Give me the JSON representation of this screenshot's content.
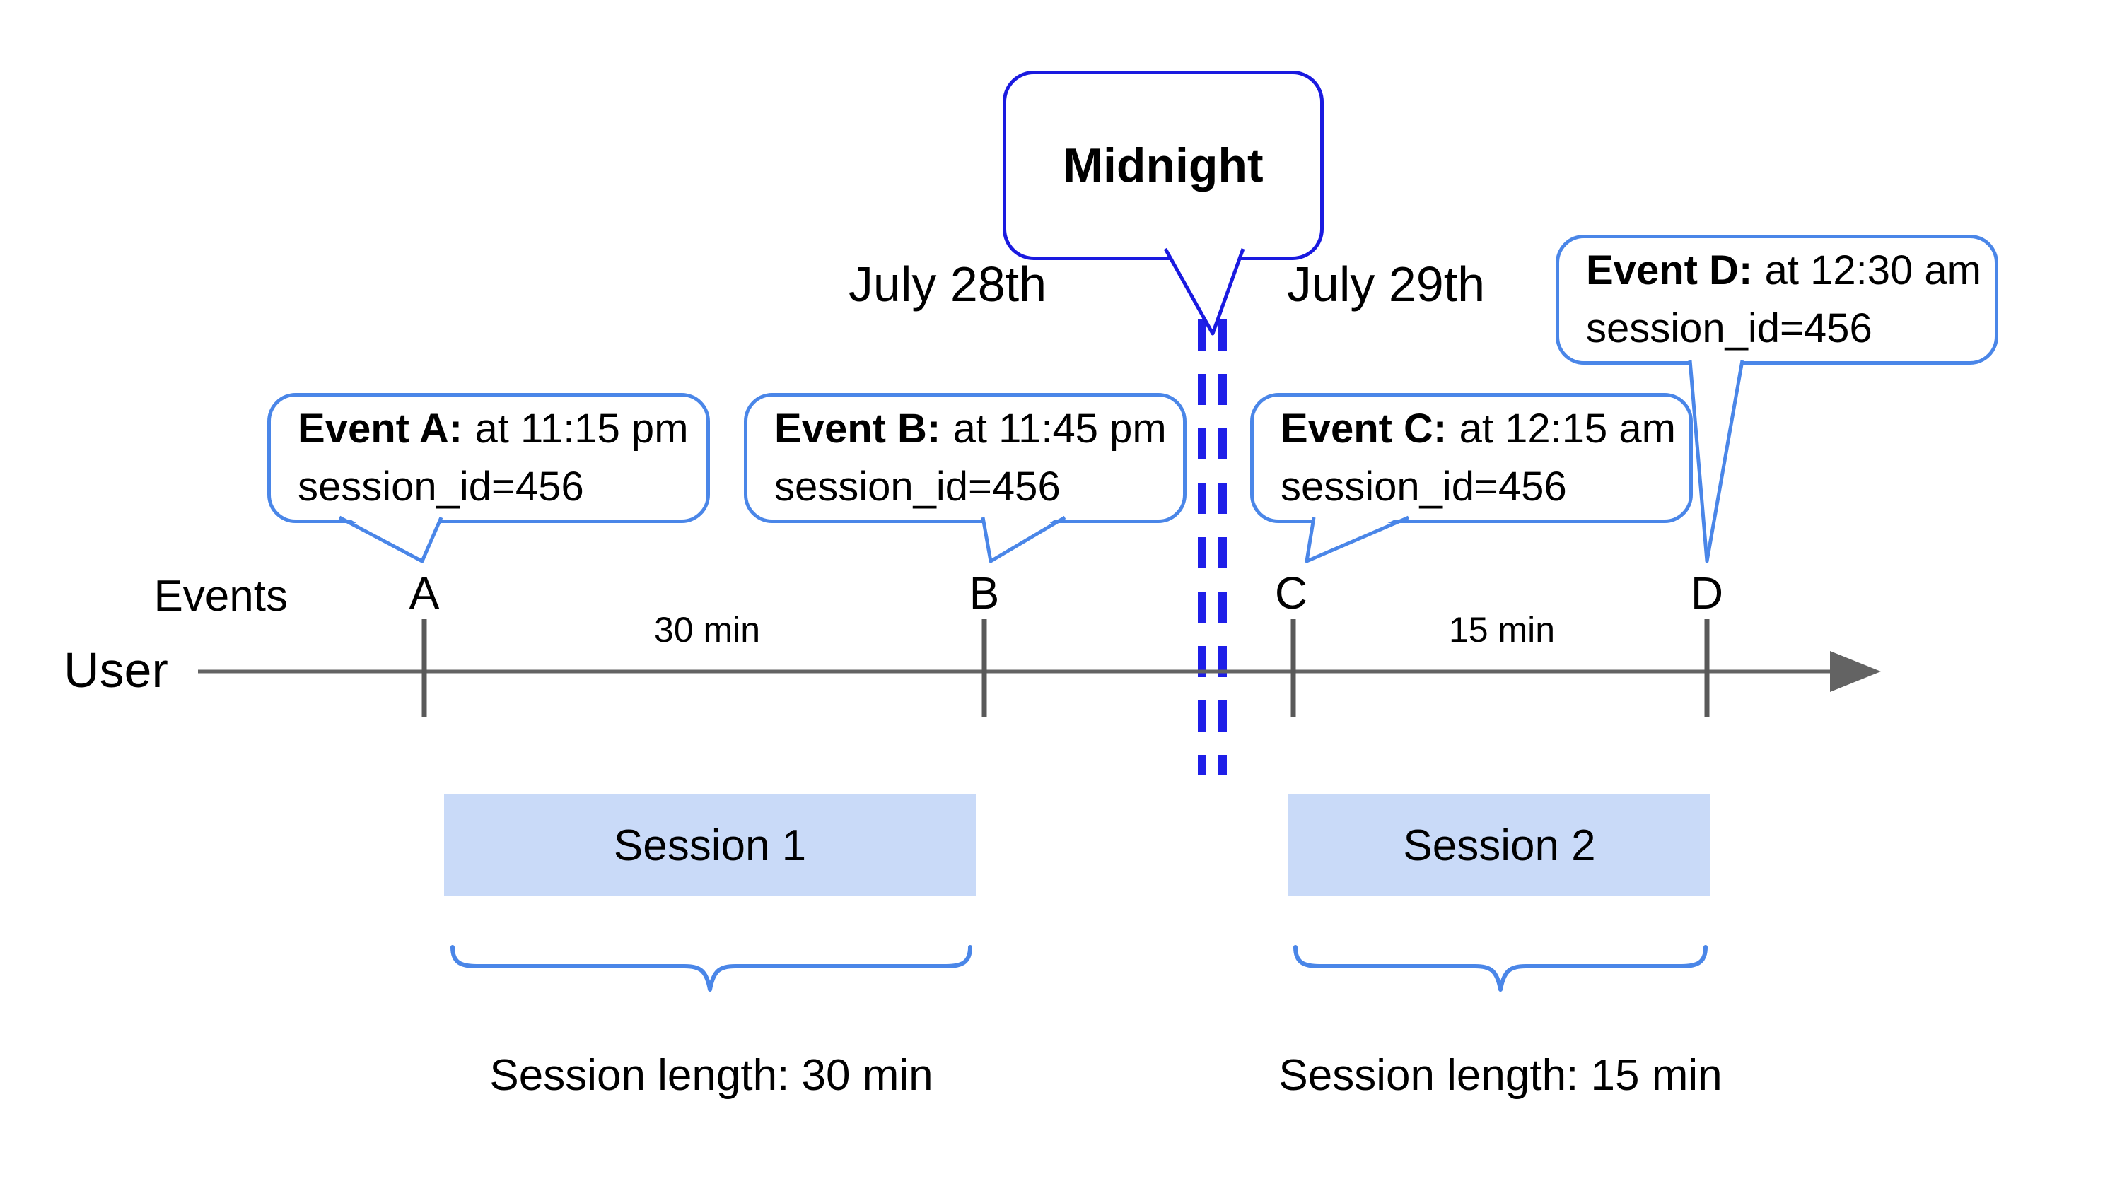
{
  "header": {
    "midnight": "Midnight",
    "date_left": "July 28th",
    "date_right": "July 29th"
  },
  "events": [
    {
      "letter": "A",
      "title": "Event A:",
      "time": "at 11:15 pm",
      "session_id": "session_id=456"
    },
    {
      "letter": "B",
      "title": "Event B:",
      "time": "at 11:45 pm",
      "session_id": "session_id=456"
    },
    {
      "letter": "C",
      "title": "Event C:",
      "time": "at 12:15 am",
      "session_id": "session_id=456"
    },
    {
      "letter": "D",
      "title": "Event D:",
      "time": "at 12:30 am",
      "session_id": "session_id=456"
    }
  ],
  "axis": {
    "events_label": "Events",
    "user_label": "User",
    "interval_ab": "30 min",
    "interval_cd": "15 min"
  },
  "sessions": [
    {
      "label": "Session 1",
      "length": "Session length: 30 min"
    },
    {
      "label": "Session 2",
      "length": "Session length: 15 min"
    }
  ],
  "colors": {
    "dark_blue": "#1a1ae0",
    "bubble_blue": "#4a86e8",
    "session_fill": "#c9daf8",
    "line_gray": "#636363",
    "tick_gray": "#595959",
    "text": "#000000"
  }
}
